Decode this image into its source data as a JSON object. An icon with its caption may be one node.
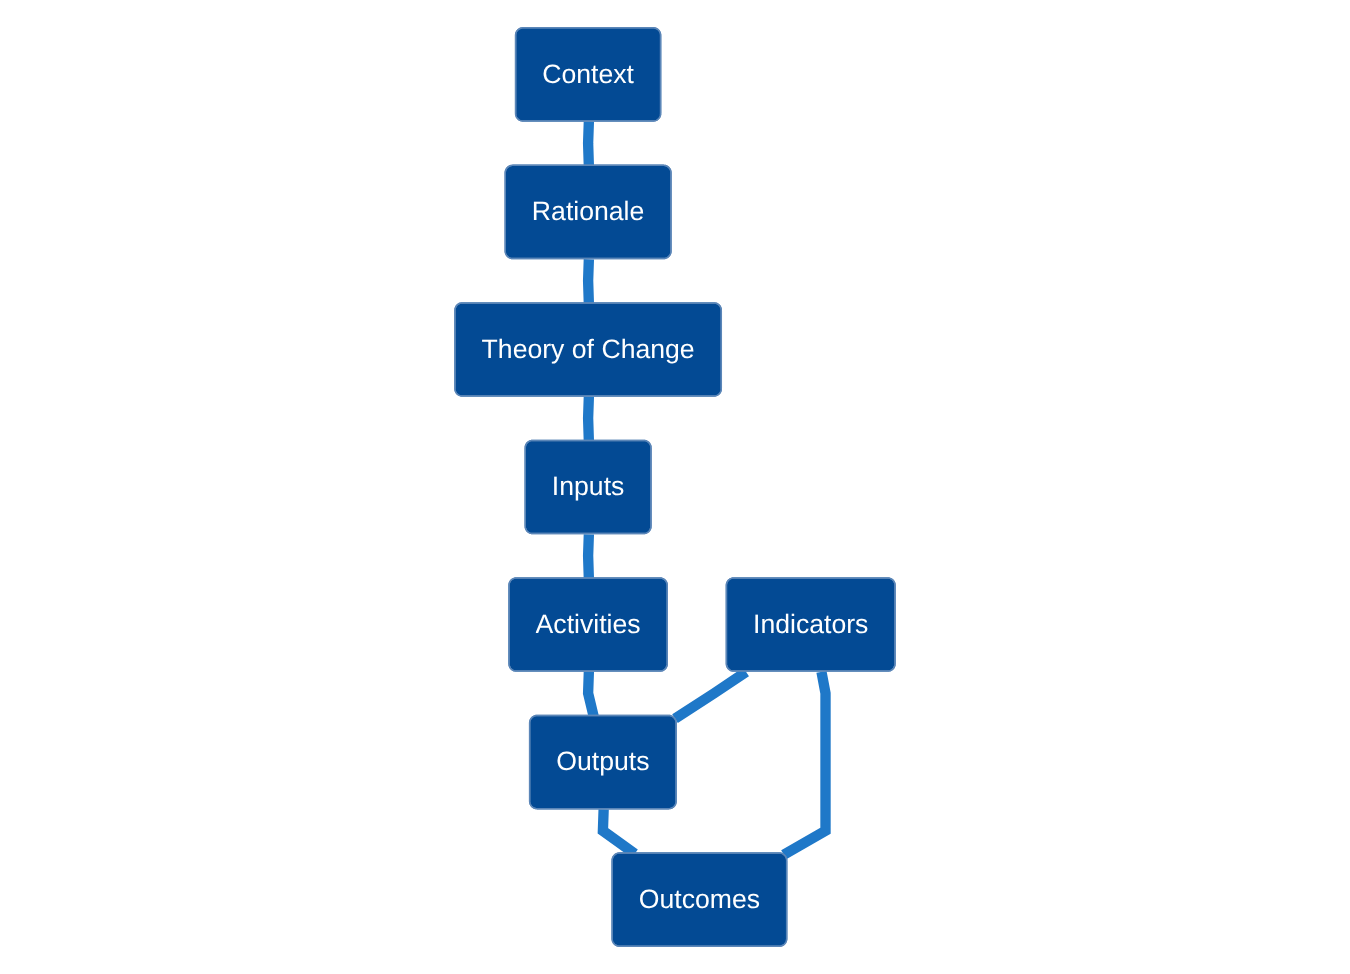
{
  "diagram": {
    "nodes": [
      {
        "text": [
          "Context"
        ]
      },
      {
        "text": [
          "Rationale"
        ]
      },
      {
        "text": [
          "Theory of Change"
        ]
      },
      {
        "text": [
          "Inputs"
        ]
      },
      {
        "text": [
          "Activities"
        ]
      },
      {
        "text": [
          "Indicators"
        ]
      },
      {
        "text": [
          "Outputs"
        ]
      },
      {
        "text": [
          "Outcomes"
        ]
      }
    ],
    "edges": [
      {
        "from": 0,
        "to": 1,
        "arrow": "none"
      },
      {
        "from": 1,
        "to": 2,
        "arrow": "none"
      },
      {
        "from": 2,
        "to": 3,
        "arrow": "none"
      },
      {
        "from": 3,
        "to": 4,
        "arrow": "none"
      },
      {
        "from": 4,
        "to": 6,
        "arrow": "none"
      },
      {
        "from": 5,
        "to": 6,
        "arrow": "none"
      },
      {
        "from": 6,
        "to": 7,
        "arrow": "none"
      },
      {
        "from": 5,
        "to": 7,
        "arrow": "none"
      }
    ]
  }
}
